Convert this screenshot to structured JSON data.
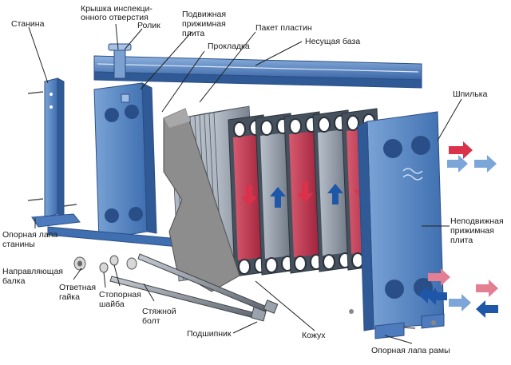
{
  "labels": {
    "stanina": "Станина",
    "kryshka_line1": "Крышка инспекци-",
    "kryshka_line2": "онного отверстия",
    "rolik": "Ролик",
    "podv_line1": "Подвижная",
    "podv_line2": "прижимная",
    "podv_line3": "плита",
    "prokladka": "Прокладка",
    "paket": "Пакет пластин",
    "baza": "Несущая база",
    "shpilka": "Шпилька",
    "nepodv_line1": "Неподвижная",
    "nepodv_line2": "прижимная",
    "nepodv_line3": "плита",
    "lapa_st_line1": "Опорная лапа",
    "lapa_st_line2": "станины",
    "balka_line1": "Направляющая",
    "balka_line2": "балка",
    "gaika_line1": "Ответная",
    "gaika_line2": "гайка",
    "shaiba_line1": "Стопорная",
    "shaiba_line2": "шайба",
    "bolt_line1": "Стяжной",
    "bolt_line2": "болт",
    "podsh": "Подшипник",
    "kozhukh": "Кожух",
    "lapa_ramy": "Опорная лапа рамы"
  },
  "colors": {
    "frame_blue": "#3f6fb0",
    "frame_light": "#6f98cf",
    "plate_red": "#c0304a",
    "plate_grey": "#8c96a3",
    "cover_grey": "#8f8f8f",
    "arrow_hot": "#d9324a",
    "arrow_warm": "#e37e93",
    "arrow_cold": "#1f57a8",
    "arrow_cool": "#7ca6d8"
  }
}
